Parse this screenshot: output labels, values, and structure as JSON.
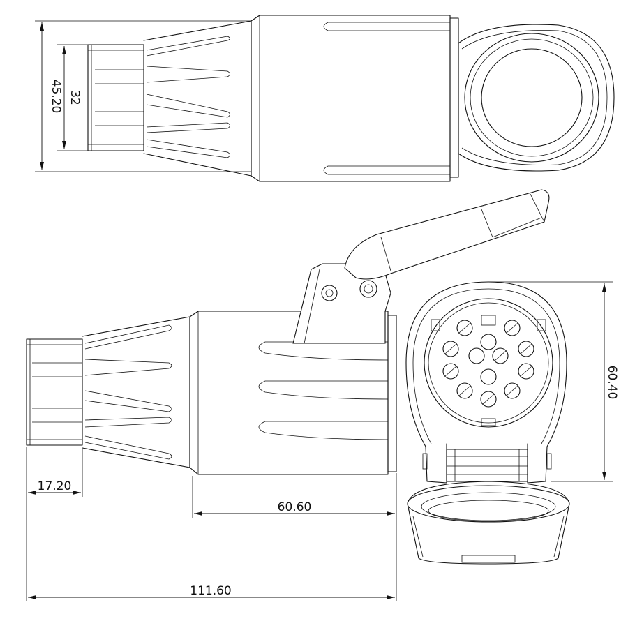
{
  "drawing": {
    "dimensions": {
      "diameter_inner": "32",
      "diameter_outer": "45.20",
      "nut_length": "17.20",
      "body_length": "60.60",
      "total_length": "111.60",
      "face_height": "60.40"
    },
    "pin_count": 13
  }
}
